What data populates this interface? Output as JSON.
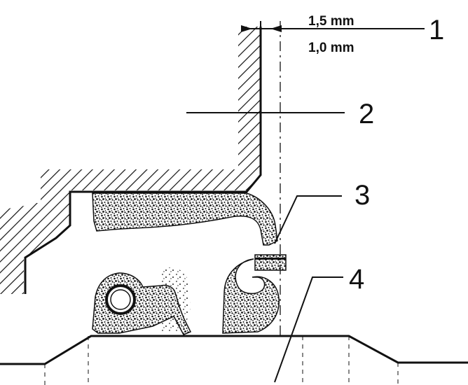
{
  "diagram": {
    "dimensions": {
      "upper": "1,5 mm",
      "lower": "1,0 mm"
    },
    "callouts": [
      {
        "number": "1"
      },
      {
        "number": "2"
      },
      {
        "number": "3"
      },
      {
        "number": "4"
      }
    ]
  }
}
